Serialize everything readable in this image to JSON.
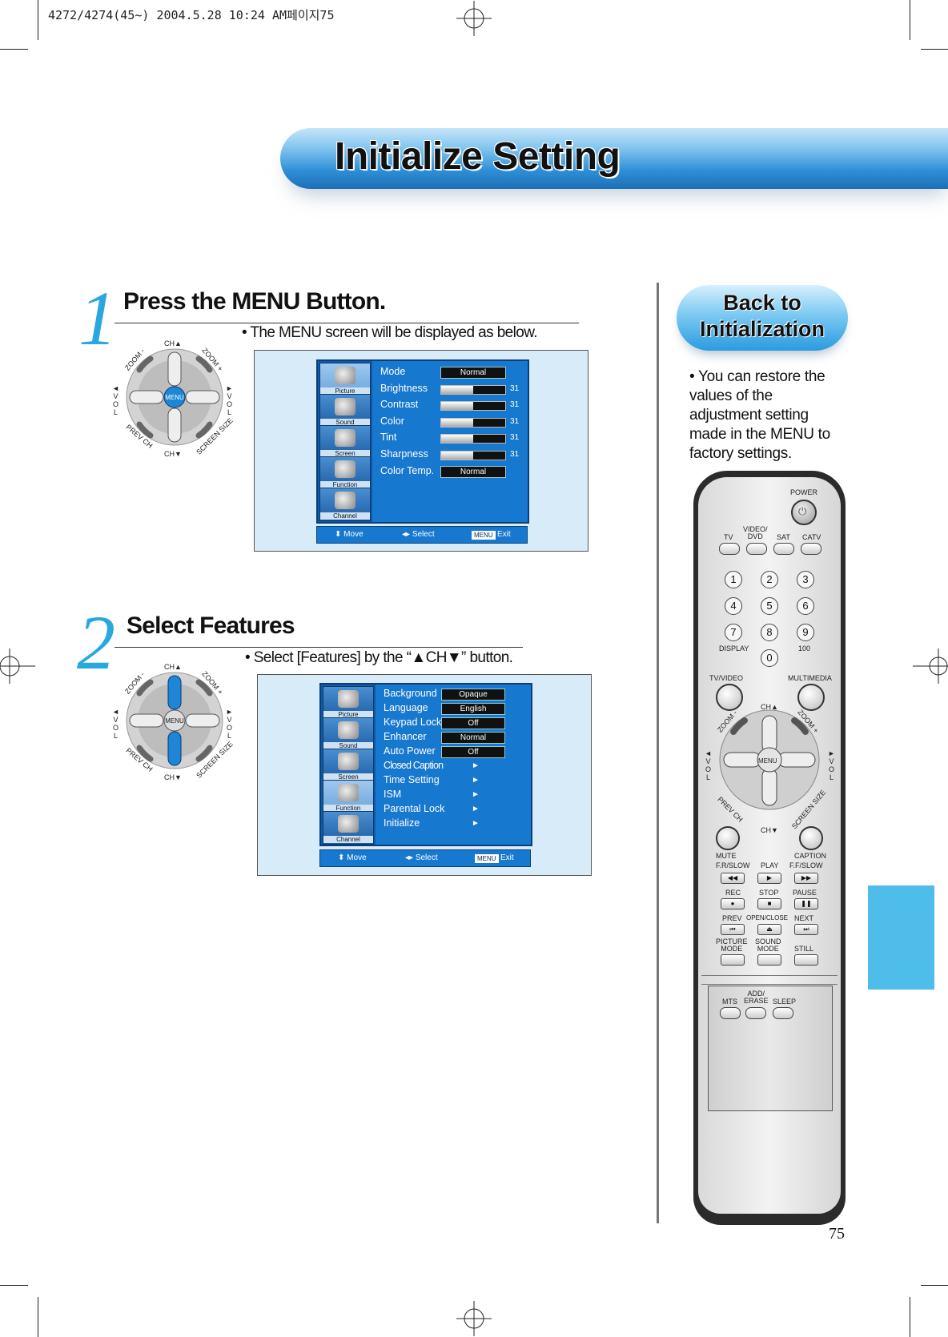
{
  "print_header": "4272/4274(45~)  2004.5.28 10:24 AM페이지75",
  "banner": {
    "title": "Initialize Setting"
  },
  "step1": {
    "number": "1",
    "title": "Press the MENU Button.",
    "text": "• The MENU screen will be displayed as below."
  },
  "step2": {
    "number": "2",
    "title": "Select Features",
    "text": "• Select [Features] by the “▲CH▼” button."
  },
  "pad": {
    "ch_up": "CH▲",
    "ch_down": "CH▼",
    "zoom_minus": "ZOOM -",
    "zoom_plus": "ZOOM +",
    "vol": "VOL",
    "prev_ch": "PREV CH",
    "screen_size": "SCREEN SIZE",
    "menu": "MENU"
  },
  "menu1": {
    "sidebar": [
      "Picture",
      "Sound",
      "Screen",
      "Function",
      "Channel"
    ],
    "rows": [
      {
        "label": "Mode",
        "value": "Normal"
      },
      {
        "label": "Brightness",
        "level": 0.5,
        "num": "31"
      },
      {
        "label": "Contrast",
        "level": 0.5,
        "num": "31"
      },
      {
        "label": "Color",
        "level": 0.5,
        "num": "31"
      },
      {
        "label": "Tint",
        "level": 0.5,
        "num": "31"
      },
      {
        "label": "Sharpness",
        "level": 0.5,
        "num": "31"
      },
      {
        "label": "Color Temp.",
        "value": "Normal"
      }
    ],
    "footer": {
      "move": "Move",
      "select": "Select",
      "menu": "MENU",
      "exit": "Exit"
    }
  },
  "menu2": {
    "sidebar": [
      "Picture",
      "Sound",
      "Screen",
      "Function",
      "Channel"
    ],
    "rows": [
      {
        "label": "Background",
        "value": "Opaque"
      },
      {
        "label": "Language",
        "value": "English"
      },
      {
        "label": "Keypad Lock",
        "value": "Off"
      },
      {
        "label": "Enhancer",
        "value": "Normal"
      },
      {
        "label": "Auto Power",
        "value": "Off"
      },
      {
        "label": "Closed Caption",
        "arrow": "►"
      },
      {
        "label": "Time Setting",
        "arrow": "►"
      },
      {
        "label": "ISM",
        "arrow": "►"
      },
      {
        "label": "Parental Lock",
        "arrow": "►"
      },
      {
        "label": "Initialize",
        "arrow": "►"
      }
    ],
    "footer": {
      "move": "Move",
      "select": "Select",
      "menu": "MENU",
      "exit": "Exit"
    }
  },
  "sidebar_note": {
    "title_line1": "Back to",
    "title_line2": "Initialization",
    "text": "• You can restore the values of the adjustment setting made in the MENU to factory settings."
  },
  "remote": {
    "power": "POWER",
    "source": [
      "TV",
      "VIDEO/\nDVD",
      "SAT",
      "CATV"
    ],
    "numbers": [
      "1",
      "2",
      "3",
      "4",
      "5",
      "6",
      "7",
      "8",
      "9",
      "0"
    ],
    "display": "DISPLAY",
    "hundred": "100",
    "tv_video": "TV/VIDEO",
    "multimedia": "MULTIMEDIA",
    "ch_up": "CH▲",
    "ch_down": "CH▼",
    "menu": "MENU",
    "zoom_minus": "ZOOM -",
    "zoom_plus": "ZOOM +",
    "vol": "VOL",
    "prev_ch": "PREV CH",
    "screen_size": "SCREEN SIZE",
    "mute": "MUTE",
    "caption": "CAPTION",
    "fr_slow": "F.R/SLOW",
    "play": "PLAY",
    "ff_slow": "F.F/SLOW",
    "rec": "REC",
    "stop": "STOP",
    "pause": "PAUSE",
    "prev": "PREV",
    "open_close": "OPEN/CLOSE",
    "next": "NEXT",
    "picture_mode": "PICTURE MODE",
    "sound_mode": "SOUND MODE",
    "still": "STILL",
    "mts": "MTS",
    "add_erase": "ADD/ ERASE",
    "sleep": "SLEEP"
  },
  "page_number": "75"
}
